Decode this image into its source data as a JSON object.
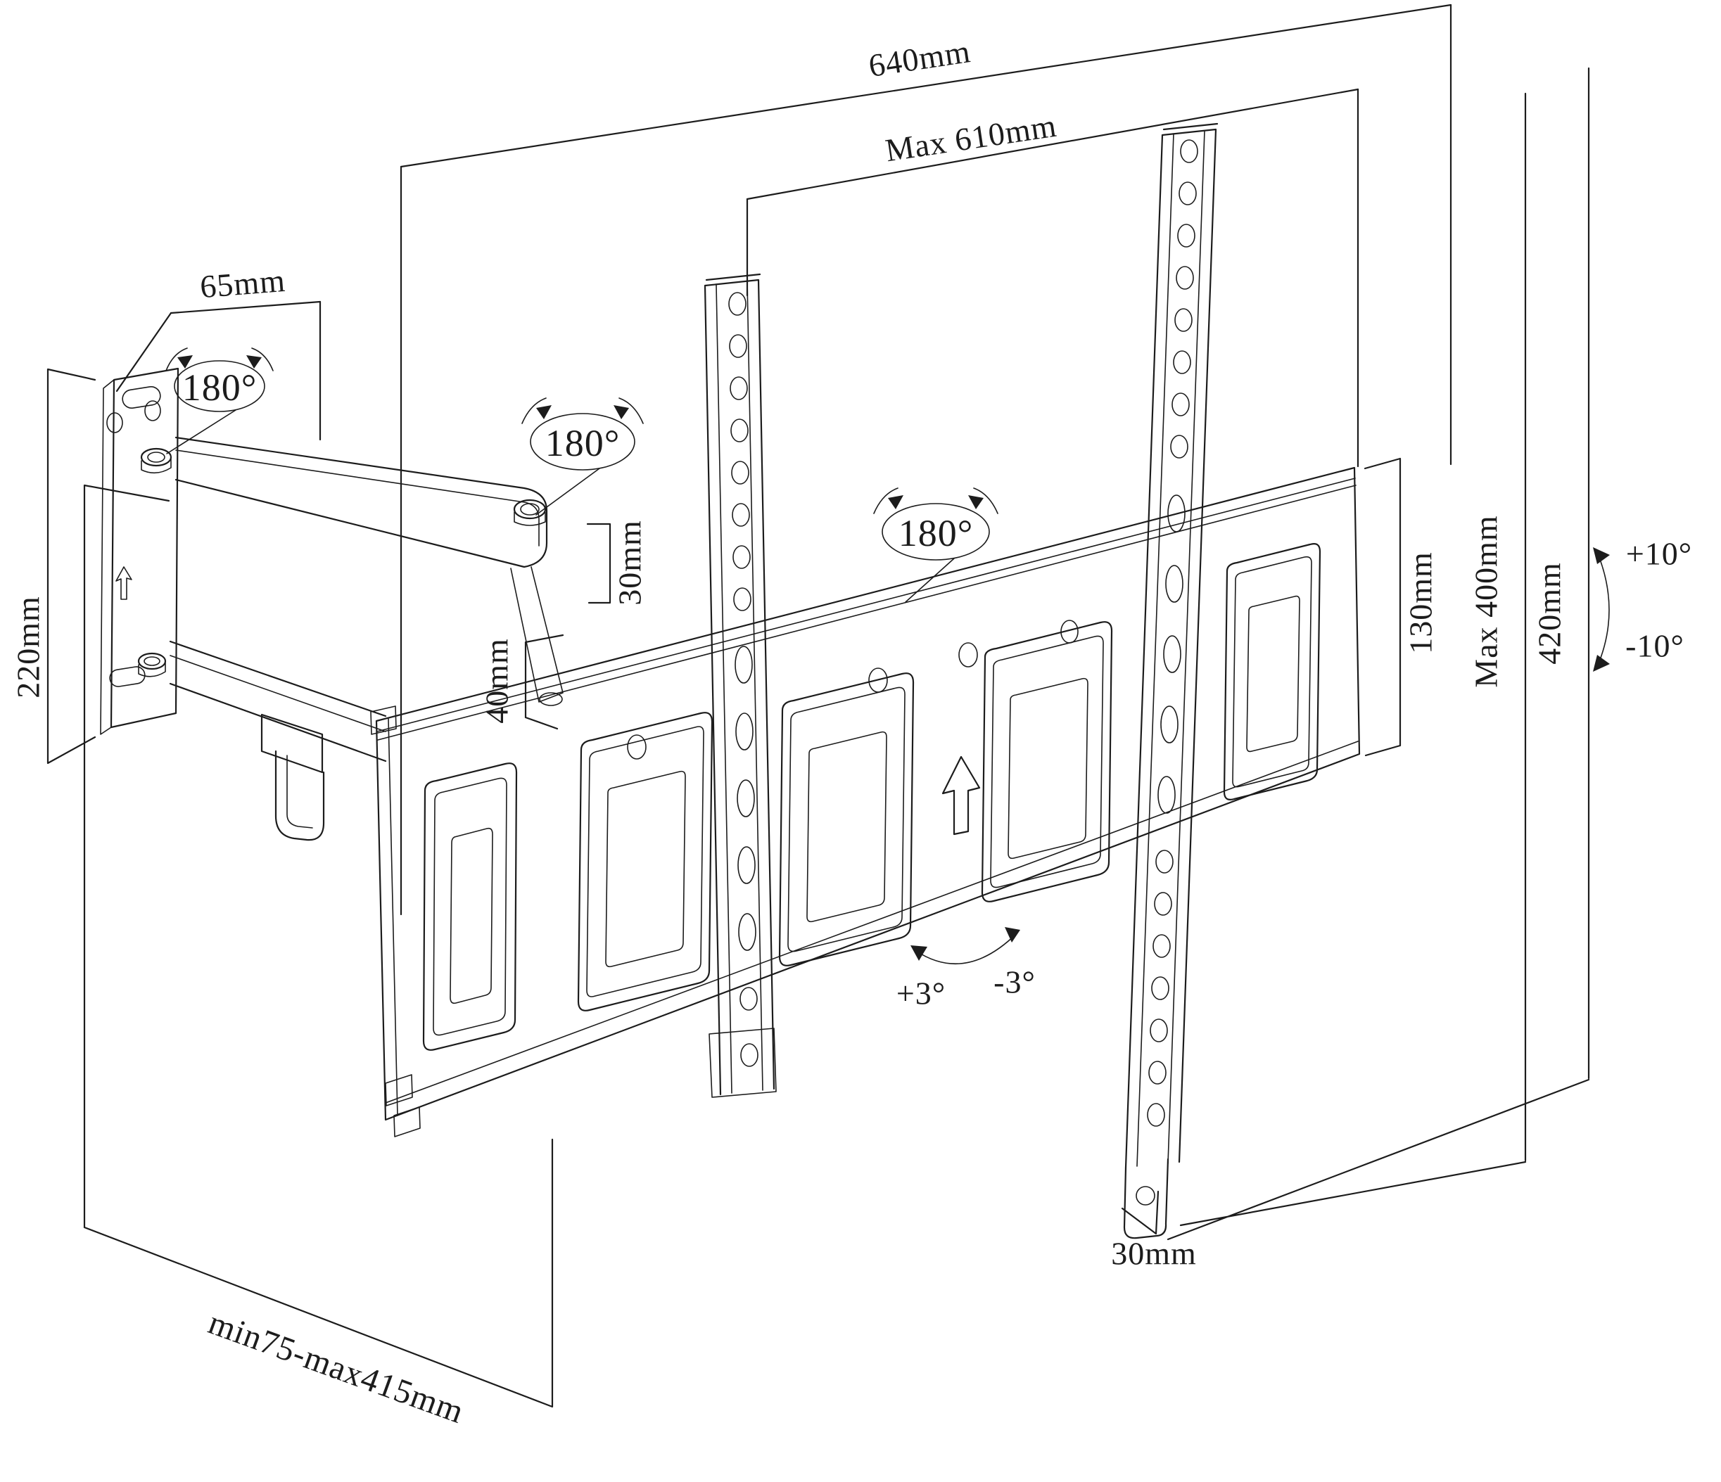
{
  "drawing": {
    "subject": "articulating TV wall mount",
    "style": "isometric technical line drawing",
    "colors": {
      "line": "#1c1c1c",
      "background": "#ffffff"
    }
  },
  "labels": {
    "width_overall": "640mm",
    "width_max": "Max 610mm",
    "wall_plate_width": "65mm",
    "wall_plate_height": "220mm",
    "arm_profile_height": "30mm",
    "arm_offset": "40mm",
    "plate_end_height": "130mm",
    "vesa_max_height": "Max 400mm",
    "plate_total_height": "420mm",
    "rail_bottom_offset": "30mm",
    "extension_range": "min75-max415mm",
    "swivel_wall": "180°",
    "swivel_arm": "180°",
    "swivel_plate": "180°",
    "tilt_up": "+10°",
    "tilt_down": "-10°",
    "level_plus": "+3°",
    "level_minus": "-3°"
  }
}
